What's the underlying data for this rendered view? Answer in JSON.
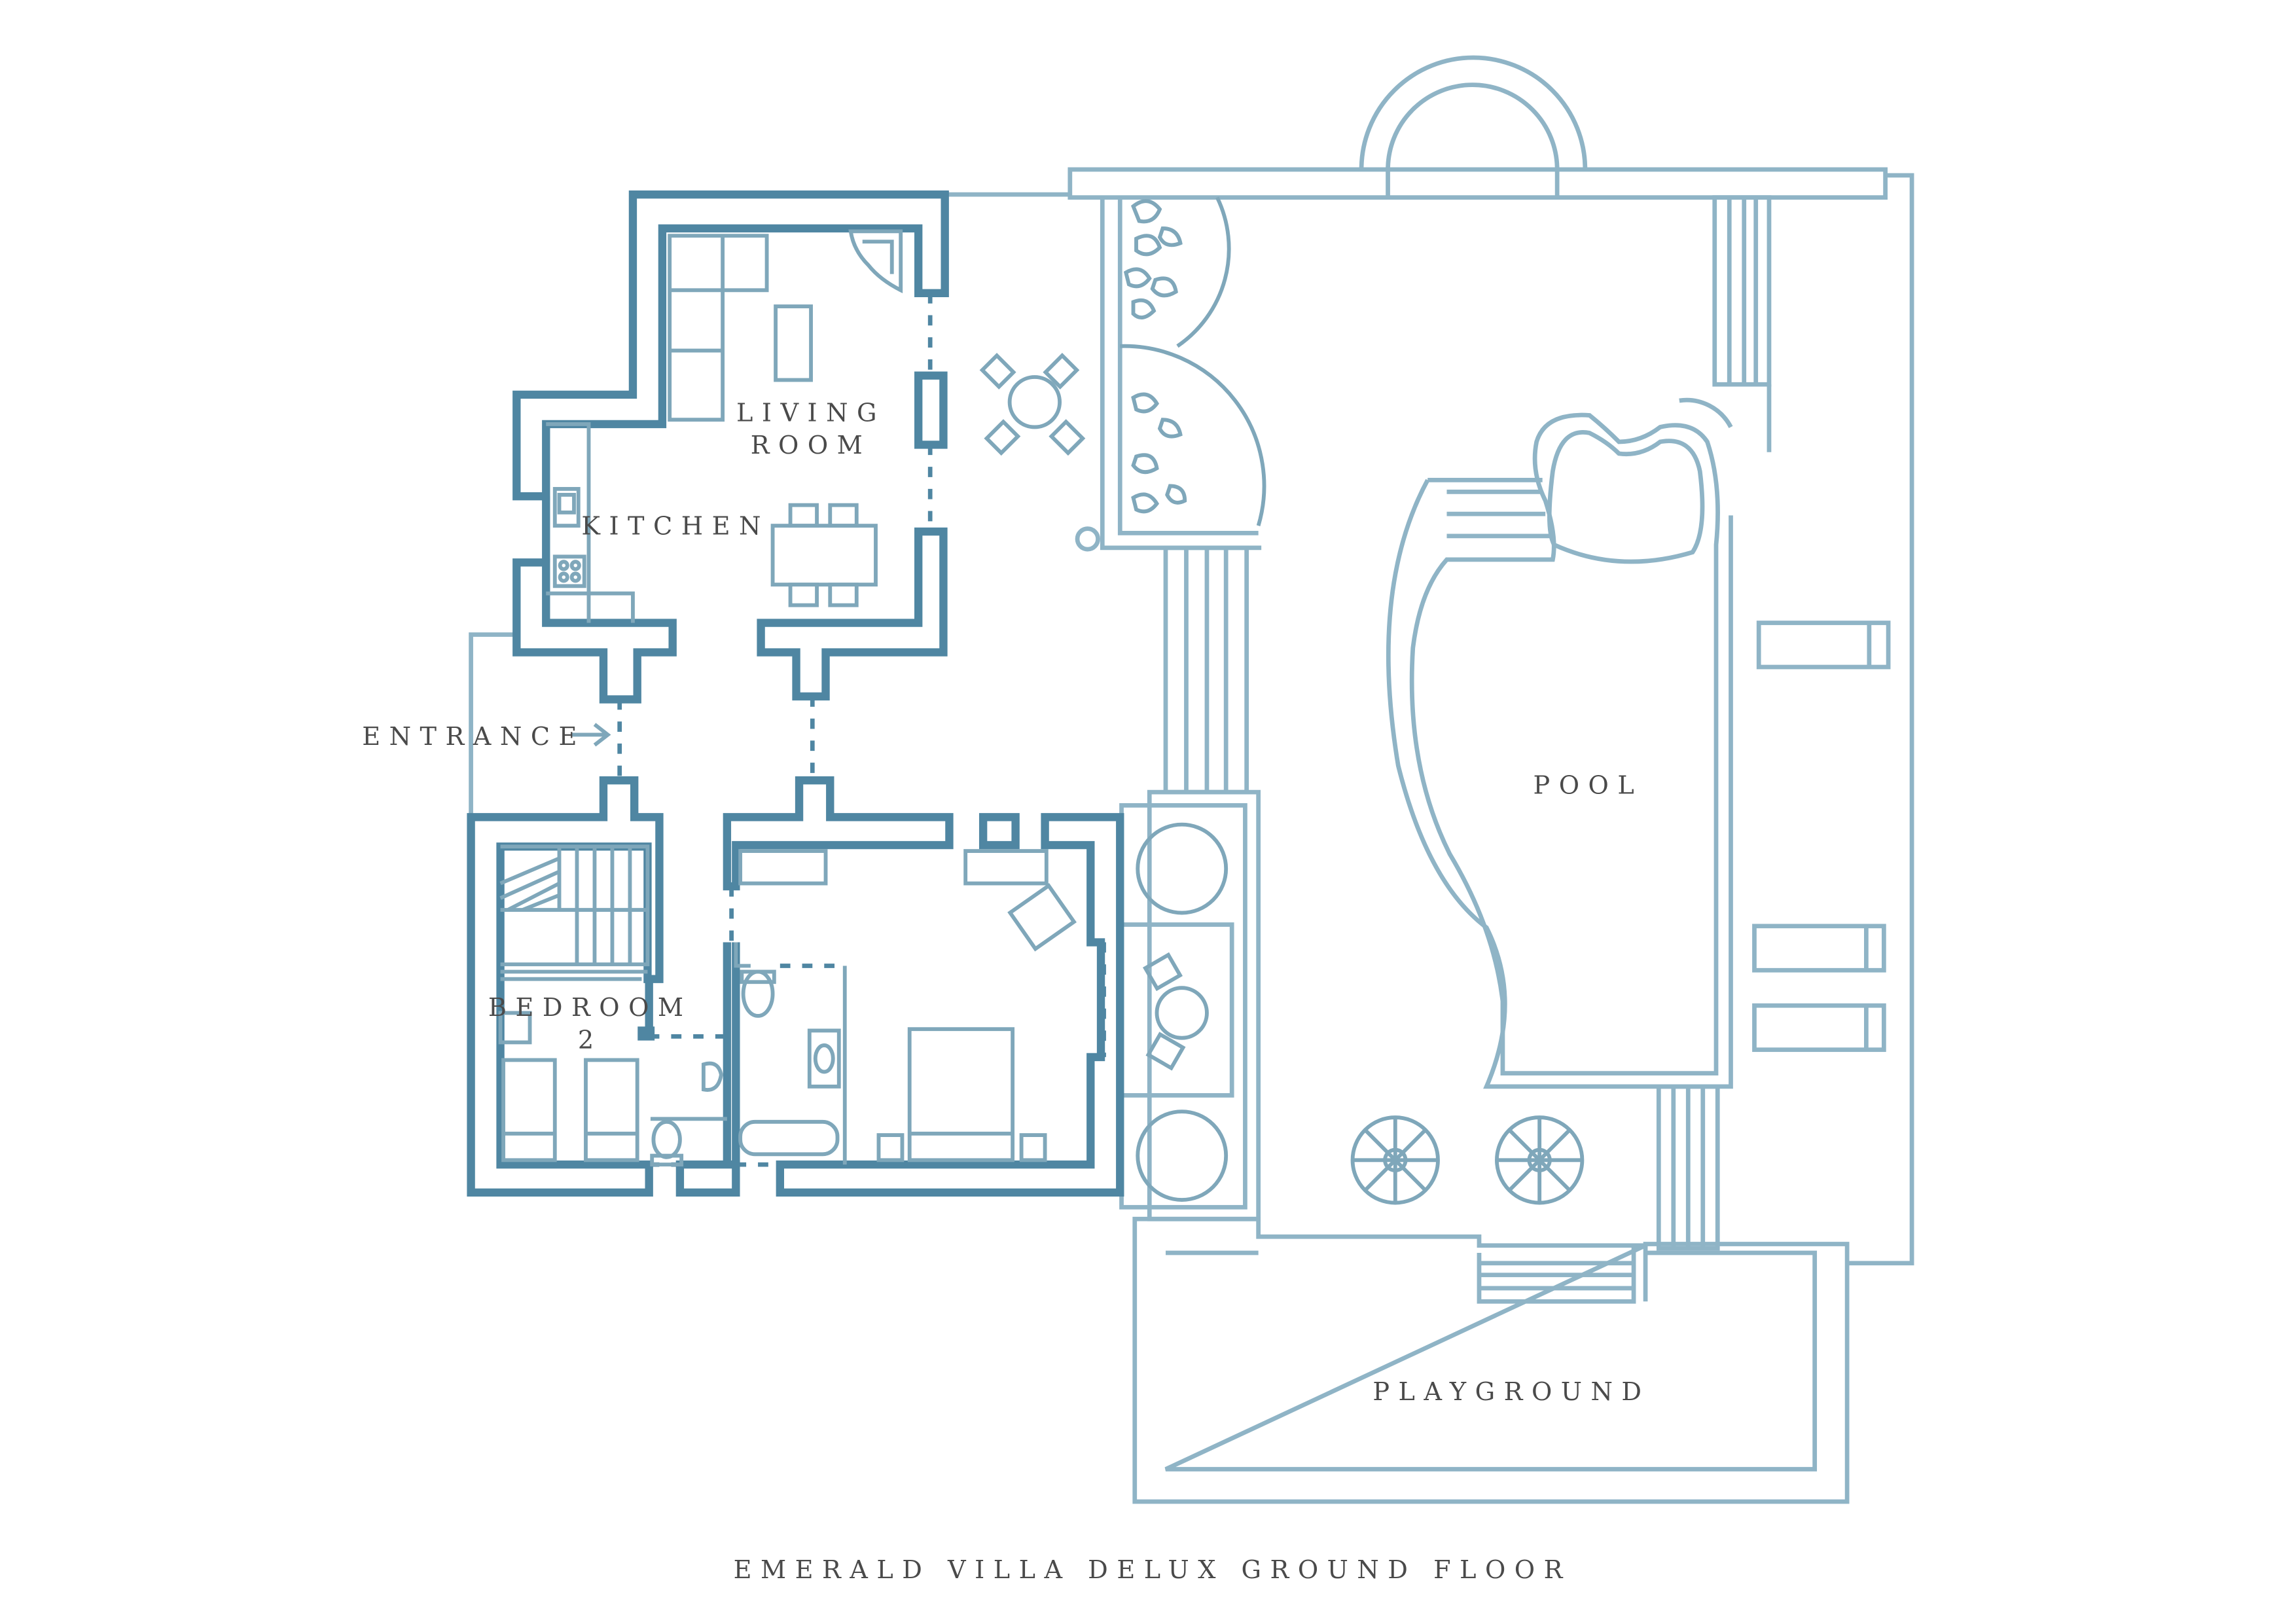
{
  "plan": {
    "title": "EMERALD VILLA DELUX GROUND FLOOR",
    "rooms": {
      "living_line1": "LIVING",
      "living_line2": "ROOM",
      "kitchen": "KITCHEN",
      "entrance": "ENTRANCE",
      "bedroom_line1": "BEDROOM",
      "bedroom_line2": "2",
      "pool": "POOL",
      "playground": "PLAYGROUND"
    },
    "colors": {
      "wall": "#4f86a2",
      "outline": "#8fb4c6",
      "text": "#4a4a4a",
      "background": "#ffffff"
    }
  }
}
